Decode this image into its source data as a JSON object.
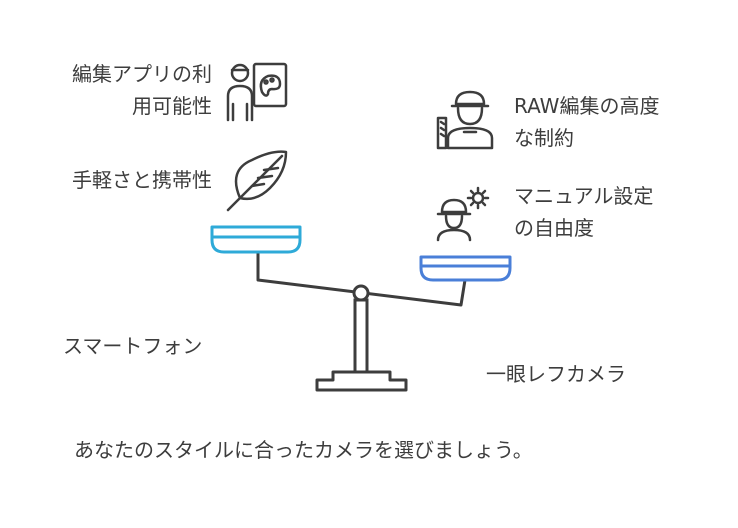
{
  "left_side": {
    "feature_1": [
      "編集アプリの利",
      "用可能性"
    ],
    "feature_2": "手軽さと携帯性",
    "option": "スマートフォン"
  },
  "right_side": {
    "feature_1": [
      "RAW編集の高度",
      "な制約"
    ],
    "feature_2": [
      "マニュアル設定",
      "の自由度"
    ],
    "option": "一眼レフカメラ"
  },
  "footer": "あなたのスタイルに合ったカメラを選びましょう。",
  "colors": {
    "left_pan": "#2eaad8",
    "right_pan": "#4a7fd8",
    "stroke": "#3d3d3d"
  },
  "icons": [
    "artist-palette-icon",
    "feather-icon",
    "worker-saw-icon",
    "engineer-gear-icon"
  ]
}
